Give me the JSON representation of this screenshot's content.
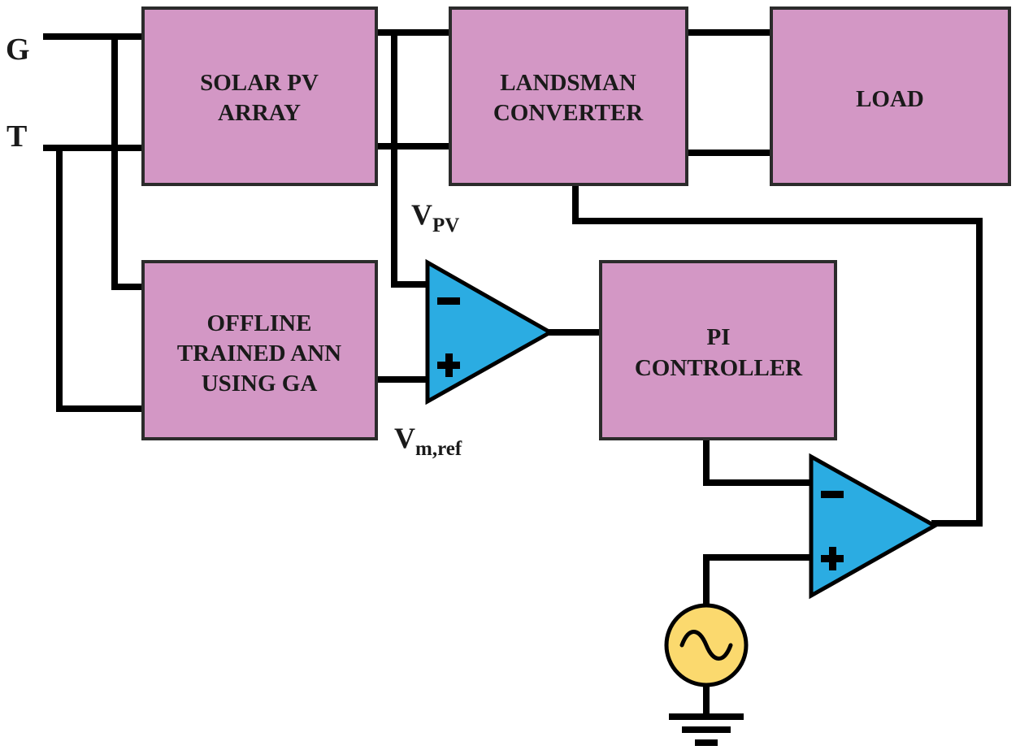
{
  "inputs": {
    "g_label": "G",
    "t_label": "T"
  },
  "blocks": {
    "solar_pv": [
      "SOLAR PV",
      "ARRAY"
    ],
    "converter": [
      "LANDSMAN",
      "CONVERTER"
    ],
    "load": [
      "LOAD"
    ],
    "ann": [
      "OFFLINE",
      "TRAINED ANN",
      "USING GA"
    ],
    "pi": [
      "PI",
      "CONTROLLER"
    ]
  },
  "signals": {
    "vpv_main": "V",
    "vpv_sub": "PV",
    "vref_main": "V",
    "vref_sub": "m,ref"
  },
  "colors": {
    "block_fill": "#d397c5",
    "comparator_fill": "#2bace2",
    "source_fill": "#fbd96e",
    "wire": "#000000"
  }
}
